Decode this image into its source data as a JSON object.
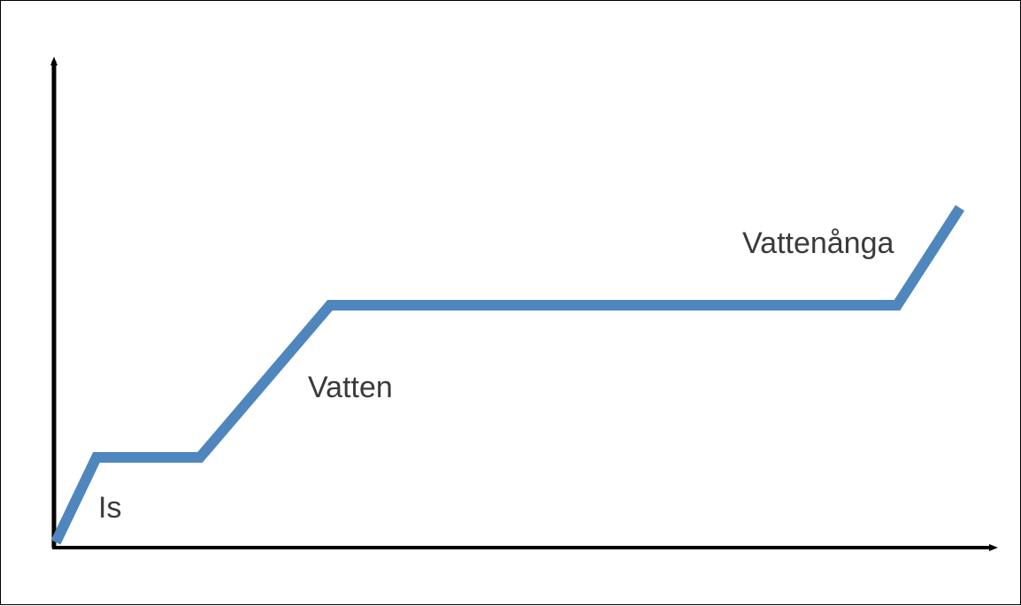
{
  "diagram": {
    "type": "heating-curve",
    "line_color": "#4f86be",
    "axis_color": "#000000",
    "text_color": "#3a3a3a",
    "labels": {
      "ice": "Is",
      "water": "Vatten",
      "steam": "Vattenånga"
    }
  }
}
